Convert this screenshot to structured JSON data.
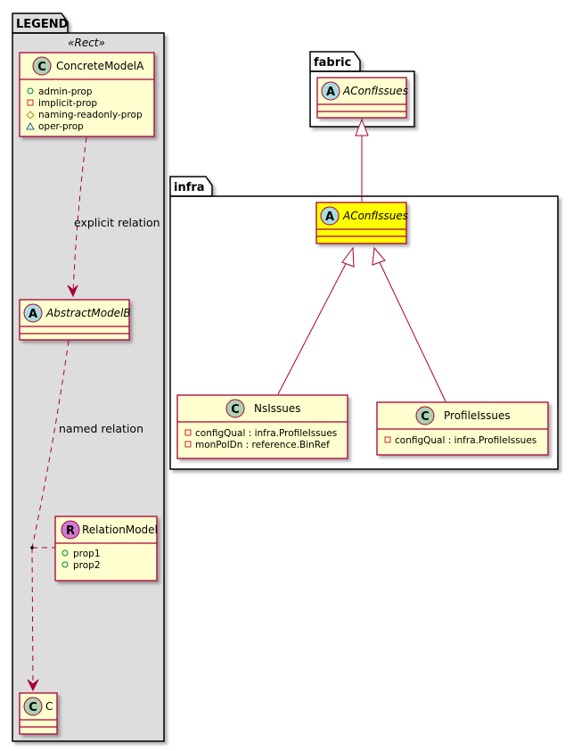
{
  "colors": {
    "class_fill": "#FEFECE",
    "highlight_fill": "#FFFF00",
    "border": "#A80036",
    "legend_fill": "#DDDDDD",
    "badge_class": "#ADD1B2",
    "badge_abstract": "#A9DCDF",
    "badge_relation": "#D17AD4"
  },
  "legend": {
    "title": "LEGEND",
    "stereotype": "«Rect»",
    "concrete": {
      "badge": "C",
      "name": "ConcreteModelA",
      "attrs": [
        {
          "marker": "public",
          "text": "admin-prop"
        },
        {
          "marker": "private",
          "text": "implicit-prop"
        },
        {
          "marker": "protected",
          "text": "naming-readonly-prop"
        },
        {
          "marker": "package",
          "text": "oper-prop"
        }
      ]
    },
    "explicit_label": "explicit relation",
    "abstract": {
      "badge": "A",
      "name": "AbstractModelB"
    },
    "named_label": "named relation",
    "relation": {
      "badge": "R",
      "name": "RelationModel",
      "attrs": [
        {
          "marker": "public",
          "text": "prop1"
        },
        {
          "marker": "public",
          "text": "prop2"
        }
      ]
    },
    "c": {
      "badge": "C",
      "name": "C"
    }
  },
  "fabric": {
    "title": "fabric",
    "aconf": {
      "badge": "A",
      "name": "AConfIssues"
    }
  },
  "infra": {
    "title": "infra",
    "aconf": {
      "badge": "A",
      "name": "AConfIssues"
    },
    "nsissues": {
      "badge": "C",
      "name": "NsIssues",
      "attrs": [
        {
          "marker": "private",
          "text": "configQual : infra.ProfileIssues"
        },
        {
          "marker": "private",
          "text": "monPolDn : reference.BinRef"
        }
      ]
    },
    "profileissues": {
      "badge": "C",
      "name": "ProfileIssues",
      "attrs": [
        {
          "marker": "private",
          "text": "configQual : infra.ProfileIssues"
        }
      ]
    }
  }
}
